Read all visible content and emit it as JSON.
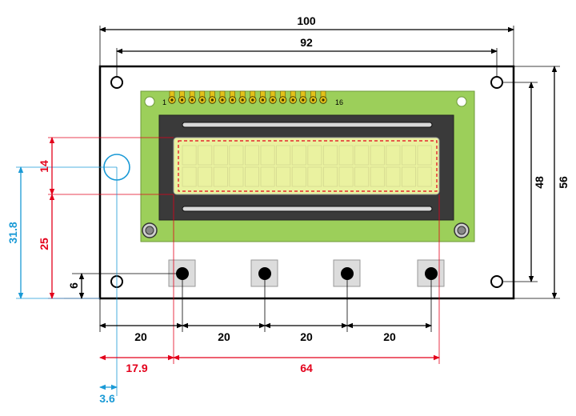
{
  "colors": {
    "black_dim": "#000000",
    "red_dim": "#e3001b",
    "blue_dim": "#1a9ad6",
    "pcb": "#9ccf5a",
    "bezel": "#3a3a3a",
    "lcd": "#eaf2a0",
    "lcd_grid": "#d4d890",
    "pins": "#e3c21a",
    "button_body": "#dcdcdc"
  },
  "dimensions": {
    "board_width": "100",
    "hole_spacing_x": "92",
    "hole_spacing_y": "48",
    "board_height": "56",
    "lcd_window_height": "14",
    "lcd_from_button": "25",
    "blue_hole_height": "31.8",
    "button_from_bottom": "6",
    "btn_pitch_1": "20",
    "btn_pitch_2": "20",
    "btn_pitch_3": "20",
    "btn_pitch_4": "20",
    "lcd_offset_x": "17.9",
    "lcd_window_width": "64",
    "blue_hole_offset_x": "3.6"
  },
  "header": {
    "pin_first": "1",
    "pin_last": "16"
  }
}
